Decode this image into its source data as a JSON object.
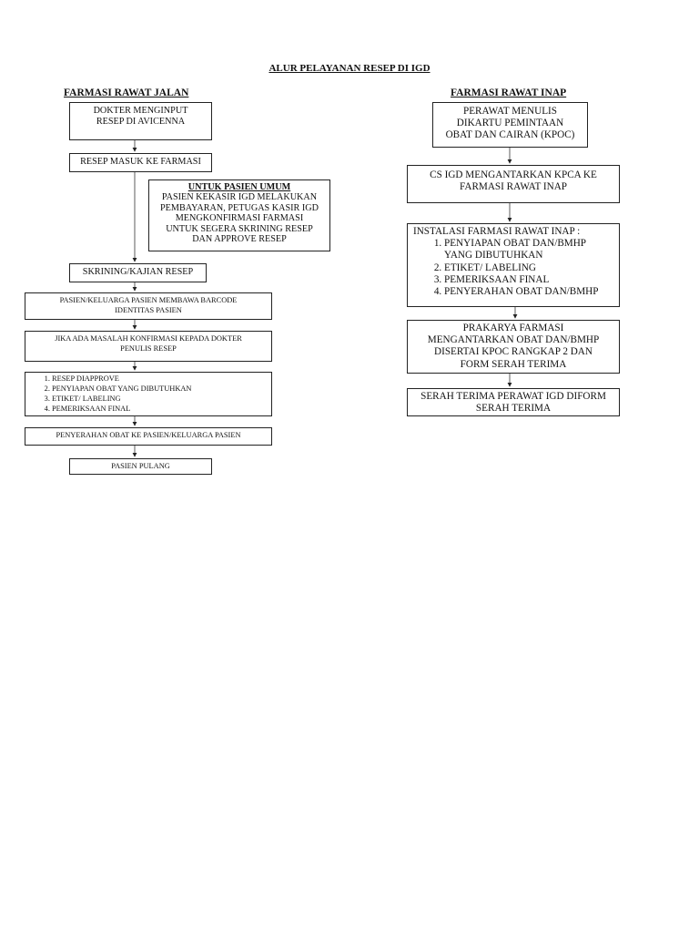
{
  "title": "ALUR PELAYANAN RESEP DI IGD",
  "left": {
    "heading": "FARMASI RAWAT JALAN",
    "steps": [
      "DOKTER MENGINPUT\nRESEP DI AVICENNA",
      "RESEP MASUK KE FARMASI",
      "SKRINING/KAJIAN RESEP",
      "PASIEN/KELUARGA PASIEN MEMBAWA BARCODE\nIDENTITAS PASIEN",
      "JIKA ADA MASALAH KONFIRMASI KEPADA DOKTER\nPENULIS RESEP",
      "PENYERAHAN OBAT KE PASIEN/KELUARGA PASIEN",
      "PASIEN PULANG"
    ],
    "note": {
      "title": "UNTUK PASIEN UMUM",
      "text": "PASIEN KEKASIR IGD MELAKUKAN\nPEMBAYARAN, PETUGAS KASIR IGD\nMENGKONFIRMASI FARMASI\nUNTUK SEGERA SKRINING RESEP\nDAN APPROVE RESEP"
    },
    "list": [
      "RESEP DIAPPROVE",
      "PENYIAPAN OBAT YANG DIBUTUHKAN",
      "ETIKET/ LABELING",
      "PEMERIKSAAN FINAL"
    ]
  },
  "right": {
    "heading": "FARMASI RAWAT INAP",
    "steps": [
      "PERAWAT MENULIS\nDIKARTU PEMINTAAN\nOBAT DAN CAIRAN (KPOC)",
      "CS IGD MENGANTARKAN KPCA KE\nFARMASI RAWAT INAP",
      "PRAKARYA FARMASI\nMENGANTARKAN OBAT DAN/BMHP\nDISERTAI KPOC RANGKAP 2 DAN\nFORM SERAH TERIMA",
      "SERAH TERIMA PERAWAT IGD DIFORM\nSERAH TERIMA"
    ],
    "install": {
      "title": "INSTALASI FARMASI RAWAT INAP :",
      "items": [
        "PENYIAPAN OBAT DAN/BMHP\nYANG DIBUTUHKAN",
        "ETIKET/ LABELING",
        "PEMERIKSAAN FINAL",
        "PENYERAHAN OBAT DAN/BMHP"
      ]
    }
  }
}
